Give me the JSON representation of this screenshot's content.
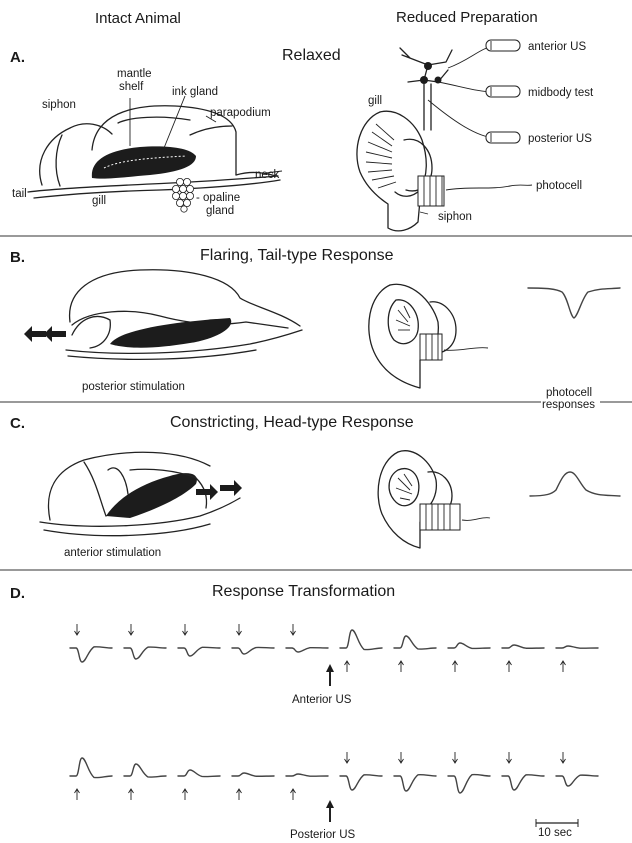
{
  "headers": {
    "left": "Intact Animal",
    "right": "Reduced Preparation"
  },
  "panels": {
    "a": {
      "letter": "A.",
      "title": "Relaxed"
    },
    "b": {
      "letter": "B.",
      "title": "Flaring, Tail-type Response"
    },
    "c": {
      "letter": "C.",
      "title": "Constricting, Head-type Response"
    },
    "d": {
      "letter": "D.",
      "title": "Response Transformation"
    }
  },
  "anatomy": {
    "mantle_1": "mantle",
    "mantle_2": "shelf",
    "ink_gland": "ink gland",
    "siphon": "siphon",
    "parapodium": "parapodium",
    "neck": "neck",
    "tail": "tail",
    "gill": "gill",
    "opaline_1": "- opaline",
    "opaline_2": "gland"
  },
  "preparation": {
    "anterior_us": "anterior US",
    "midbody_test": "midbody test",
    "posterior_us": "posterior US",
    "gill": "gill",
    "photocell": "photocell",
    "siphon": "siphon"
  },
  "stimulation": {
    "posterior": "posterior stimulation",
    "anterior": "anterior stimulation",
    "photocell_responses_1": "photocell",
    "photocell_responses_2": "responses"
  },
  "traces": {
    "anterior_label": "Anterior US",
    "posterior_label": "Posterior US",
    "scale_label": "10 sec",
    "anterior_row": [
      {
        "amp": 14,
        "arrow": "down"
      },
      {
        "amp": 11,
        "arrow": "down"
      },
      {
        "amp": 8,
        "arrow": "down"
      },
      {
        "amp": 6,
        "arrow": "down"
      },
      {
        "amp": 4,
        "arrow": "down"
      },
      {
        "amp": -18,
        "arrow": "up"
      },
      {
        "amp": -12,
        "arrow": "up"
      },
      {
        "amp": -5,
        "arrow": "up"
      },
      {
        "amp": -3,
        "arrow": "up"
      },
      {
        "amp": -2,
        "arrow": "up"
      }
    ],
    "posterior_row": [
      {
        "amp": -18,
        "arrow": "up"
      },
      {
        "amp": -12,
        "arrow": "up"
      },
      {
        "amp": -6,
        "arrow": "up"
      },
      {
        "amp": -3,
        "arrow": "up"
      },
      {
        "amp": -2,
        "arrow": "up"
      },
      {
        "amp": 14,
        "arrow": "down"
      },
      {
        "amp": 15,
        "arrow": "down"
      },
      {
        "amp": 17,
        "arrow": "down"
      },
      {
        "amp": 14,
        "arrow": "down"
      },
      {
        "amp": 10,
        "arrow": "down"
      }
    ]
  }
}
